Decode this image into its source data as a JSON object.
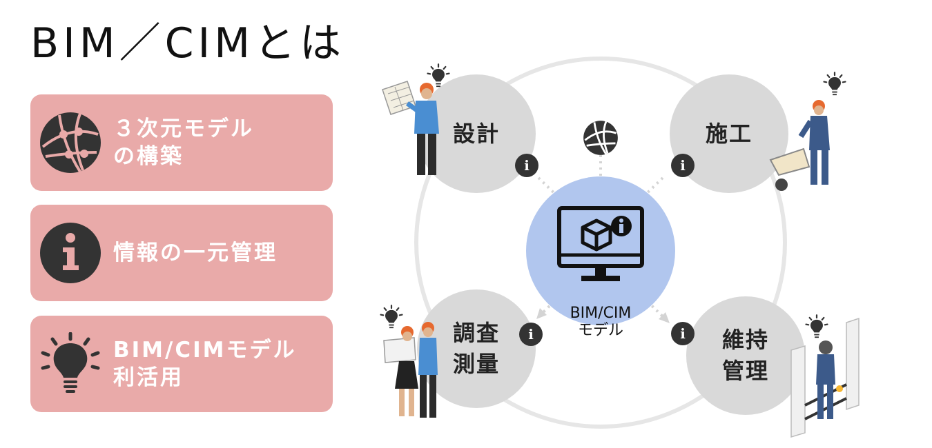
{
  "title": "BIM／CIMとは",
  "cards": [
    {
      "line1": "３次元モデル",
      "line2": "の構築",
      "icon": "globe-network-icon"
    },
    {
      "line1": "情報の一元管理",
      "line2": "",
      "icon": "info-icon"
    },
    {
      "line1": "BIM/CIMモデル",
      "line2": "利活用",
      "icon": "lightbulb-icon"
    }
  ],
  "diagram": {
    "phases": {
      "design": {
        "line1": "設計",
        "line2": ""
      },
      "construction": {
        "line1": "施工",
        "line2": ""
      },
      "survey": {
        "line1": "調査",
        "line2": "測量"
      },
      "maintenance": {
        "line1": "維持",
        "line2": "管理"
      }
    },
    "core": {
      "line1": "BIM/CIM",
      "line2": "モデル"
    },
    "info_glyph": "i"
  },
  "colors": {
    "card_bg": "#e9aaa9",
    "icon_dark": "#333333",
    "phase_bg": "#d9d9d9",
    "core_bg": "#b1c6ee",
    "ring": "#e6e6e6",
    "arrow": "#d4d4d4"
  }
}
